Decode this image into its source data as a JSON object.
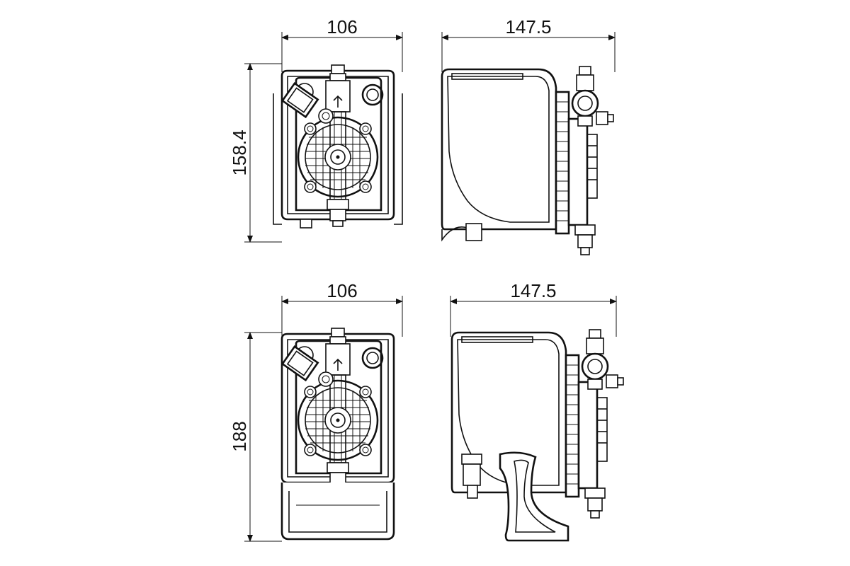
{
  "dimensions": {
    "top_front_width": "106",
    "top_side_width": "147.5",
    "top_height": "158.4",
    "bottom_front_width": "106",
    "bottom_side_width": "147.5",
    "bottom_height": "188"
  },
  "colors": {
    "line": "#111111",
    "background": "#ffffff"
  }
}
